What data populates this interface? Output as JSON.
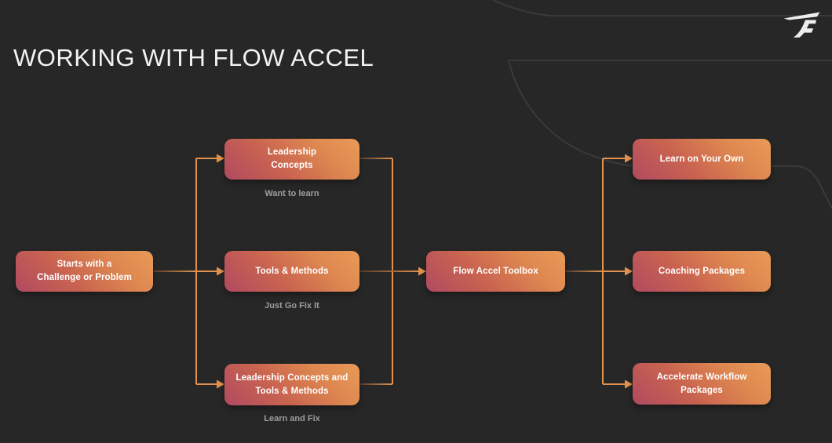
{
  "title": "WORKING WITH FLOW ACCEL",
  "flow": {
    "start": {
      "label": "Starts with a\nChallenge or Problem"
    },
    "paths": [
      {
        "label": "Leadership\nConcepts",
        "caption": "Want to learn"
      },
      {
        "label": "Tools & Methods",
        "caption": "Just Go Fix It"
      },
      {
        "label": "Leadership Concepts and\nTools & Methods",
        "caption": "Learn and Fix"
      }
    ],
    "hub": {
      "label": "Flow Accel Toolbox"
    },
    "outcomes": [
      {
        "label": "Learn on Your Own"
      },
      {
        "label": "Coaching Packages"
      },
      {
        "label": "Accelerate Workflow\nPackages"
      }
    ]
  },
  "icons": {
    "logo": "flow-accel-f-logo"
  },
  "colors": {
    "background": "#272727",
    "node_gradient_start": "#b04a60",
    "node_gradient_end": "#e89a57",
    "connector": "#e2924e",
    "caption_text": "#9e9e9e",
    "title_text": "#f3f3f3",
    "decor_line": "#3a3a3a"
  }
}
